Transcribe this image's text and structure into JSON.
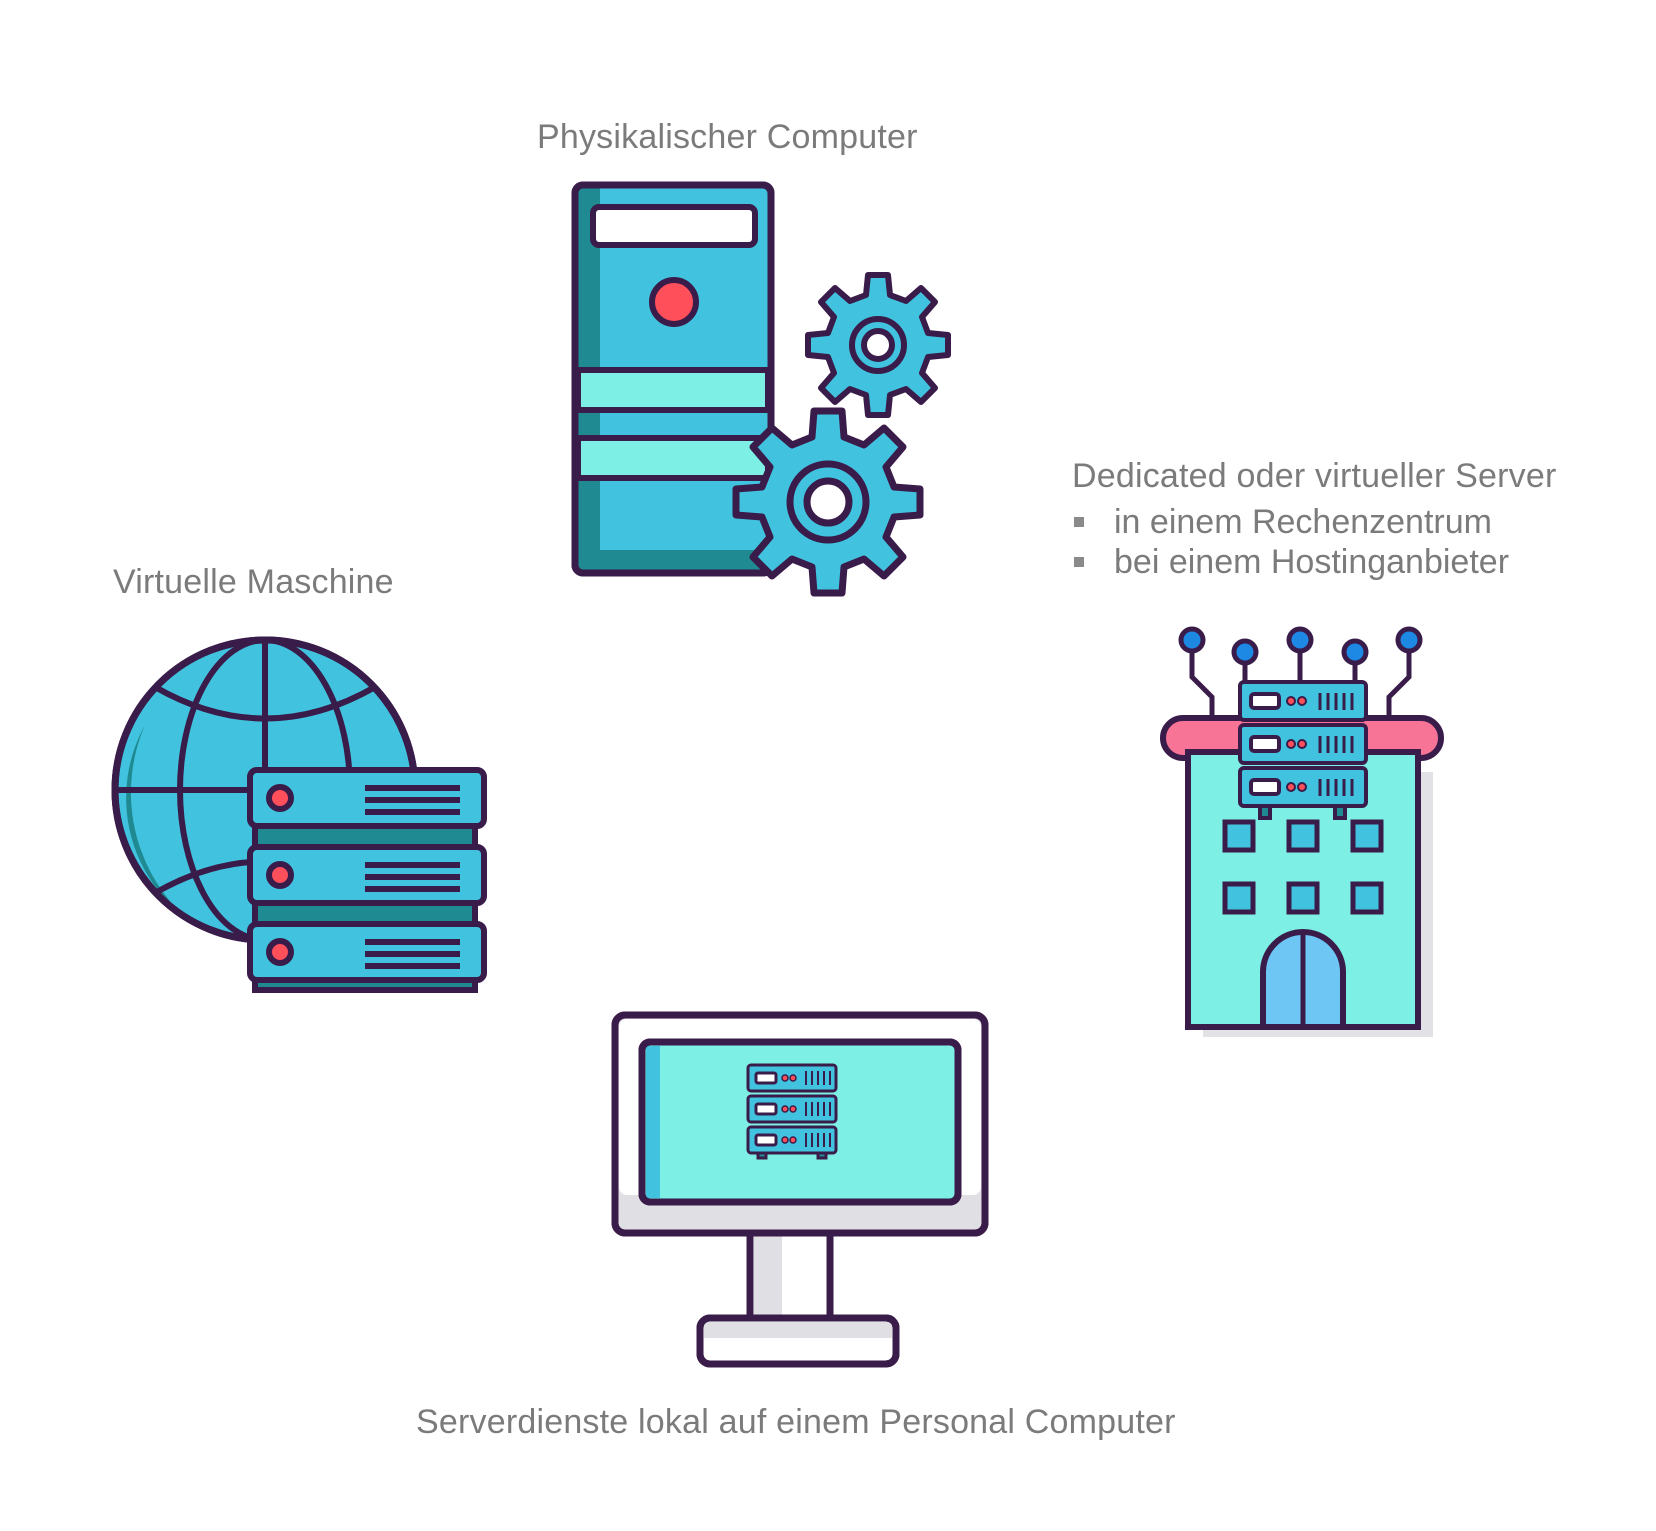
{
  "labels": {
    "physical_computer": "Physikalischer Computer",
    "virtual_machine": "Virtuelle Maschine",
    "dedicated_server": "Dedicated oder virtueller Server",
    "local_services": "Serverdienste lokal auf einem Personal Computer"
  },
  "dedicated_bullets": [
    "in einem Rechenzentrum",
    "bei einem Hostinganbieter"
  ],
  "icons": {
    "physical": "server-tower-with-gears-icon",
    "virtual": "globe-with-server-stack-icon",
    "dedicated": "datacenter-building-icon",
    "local": "monitor-with-server-icon"
  },
  "colors": {
    "outline": "#3a1c4a",
    "cyan": "#41c3df",
    "dark_teal": "#1f8a91",
    "mint": "#7eefe4",
    "red": "#ff4f5a",
    "pink": "#f87497",
    "blue_dot": "#1e88e5",
    "text": "#7b7b7b"
  }
}
